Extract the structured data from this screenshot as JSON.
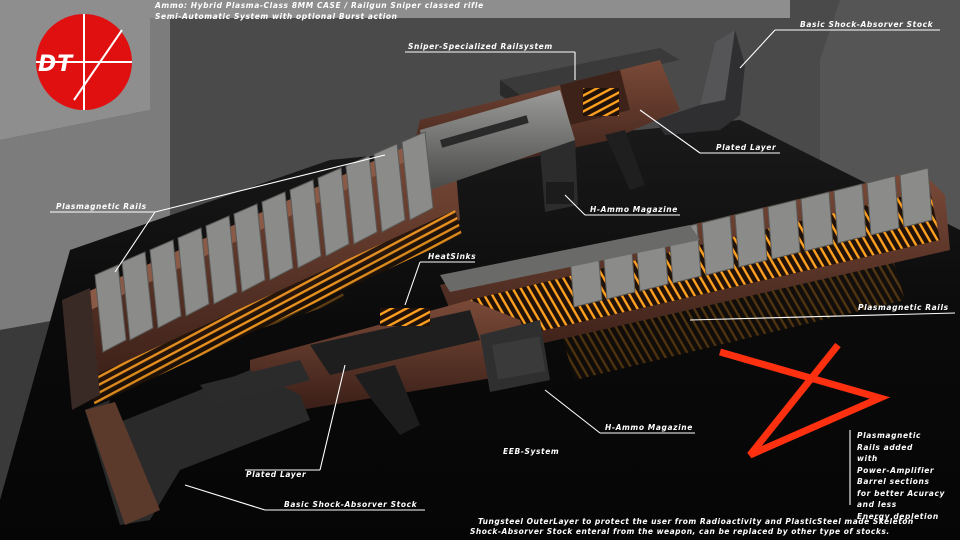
{
  "header": {
    "line1": "Ammo: Hybrid Plasma-Class 8MM CASE / Railgun Sniper classed rifle",
    "line2": "Semi-Automatic System with optional Burst action"
  },
  "logo": {
    "text": "DT",
    "color": "#e01010"
  },
  "callouts": {
    "rail_system": "Sniper-Specialized Railsystem",
    "stock_top": "Basic Shock-Absorver Stock",
    "plated_top": "Plated Layer",
    "plasma_left": "Plasmagnetic Rails",
    "magazine_top": "H-Ammo Magazine",
    "heatsinks": "HeatSinks",
    "plasma_right": "Plasmagnetic Rails",
    "magazine_bottom": "H-Ammo Magazine",
    "eeb": "EEB-System",
    "plated_bottom": "Plated Layer",
    "stock_bottom": "Basic Shock-Absorver Stock"
  },
  "side_note": {
    "lines": [
      "Plasmagnetic",
      "Rails added",
      "with",
      "Power-Amplifier",
      "Barrel sections",
      "for better Acuracy",
      "and less",
      "Energy depletion"
    ]
  },
  "footer": {
    "line1": "Tungsteel OuterLayer to protect the user from Radioactivity and PlasticSteel made Skeleton",
    "line2": "Shock-Absorver Stock enteral from the weapon, can be replaced by other type of stocks."
  },
  "colors": {
    "background": "#4a4a4a",
    "panel": "#8f8f8f",
    "floor": "#070707",
    "accent_red": "#e01010",
    "glow_orange": "#ffa020",
    "body_brown": "#5a3428",
    "metal_grey": "#7a7a78"
  }
}
